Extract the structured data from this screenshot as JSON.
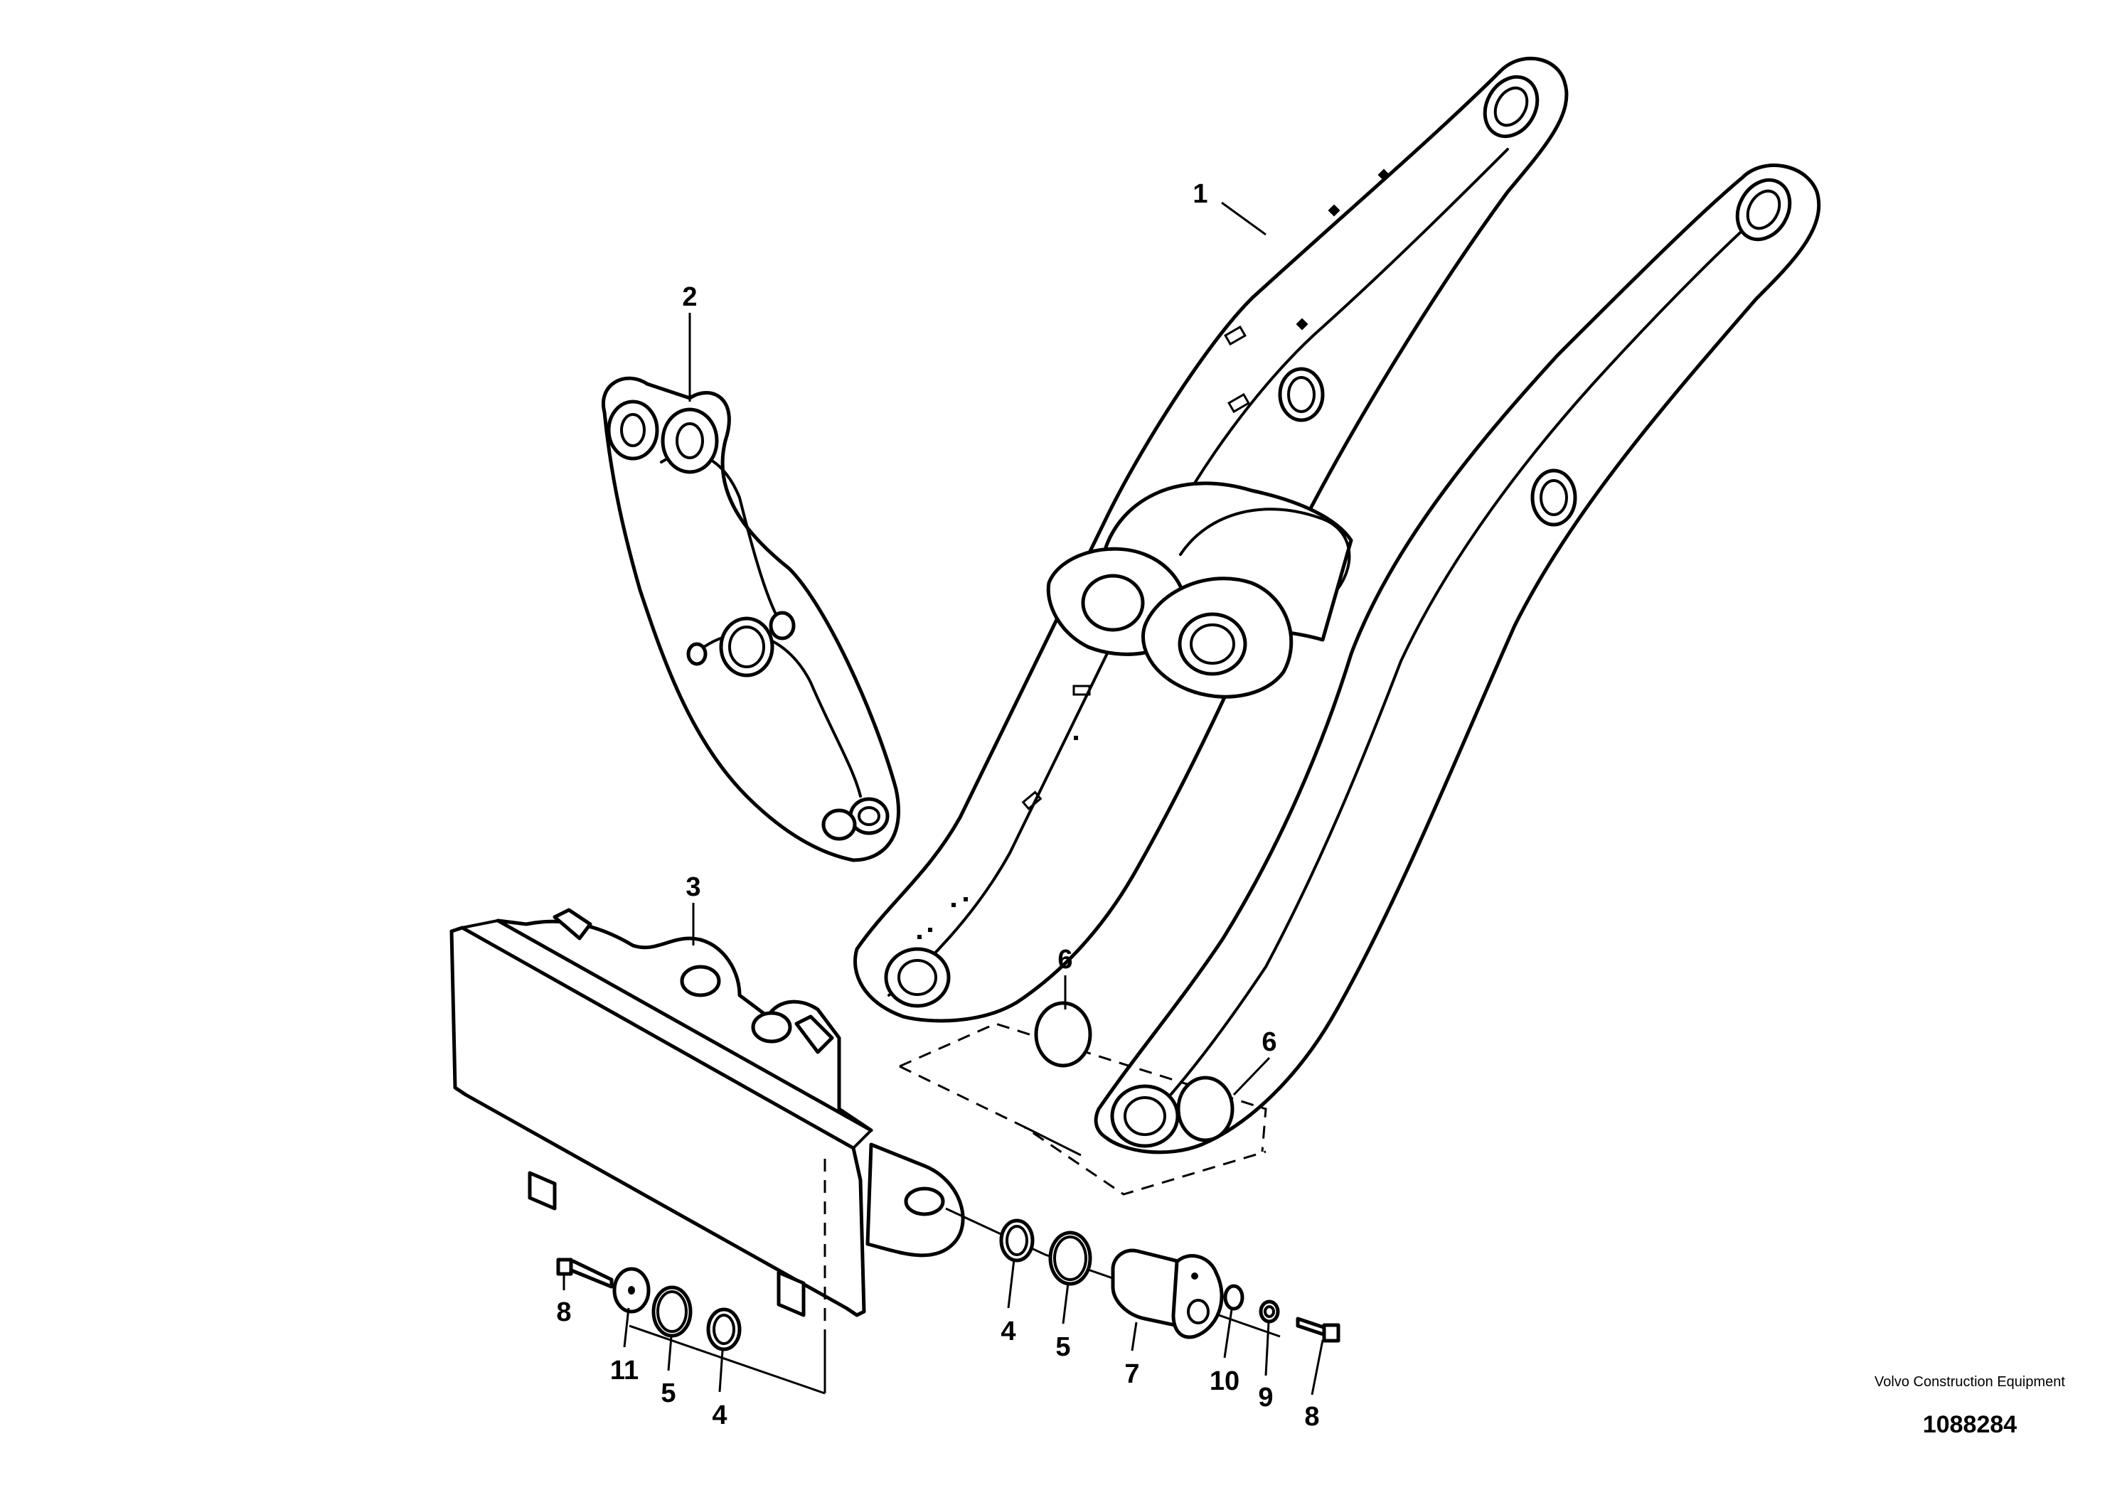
{
  "diagram": {
    "callouts": [
      {
        "id": "1",
        "text": "1"
      },
      {
        "id": "2",
        "text": "2"
      },
      {
        "id": "3",
        "text": "3"
      },
      {
        "id": "4a",
        "text": "4"
      },
      {
        "id": "4b",
        "text": "4"
      },
      {
        "id": "5a",
        "text": "5"
      },
      {
        "id": "5b",
        "text": "5"
      },
      {
        "id": "6a",
        "text": "6"
      },
      {
        "id": "6b",
        "text": "6"
      },
      {
        "id": "7",
        "text": "7"
      },
      {
        "id": "8a",
        "text": "8"
      },
      {
        "id": "8b",
        "text": "8"
      },
      {
        "id": "9",
        "text": "9"
      },
      {
        "id": "10",
        "text": "10"
      },
      {
        "id": "11",
        "text": "11"
      }
    ]
  },
  "footer": {
    "company": "Volvo Construction Equipment",
    "reference_number": "1088284"
  }
}
